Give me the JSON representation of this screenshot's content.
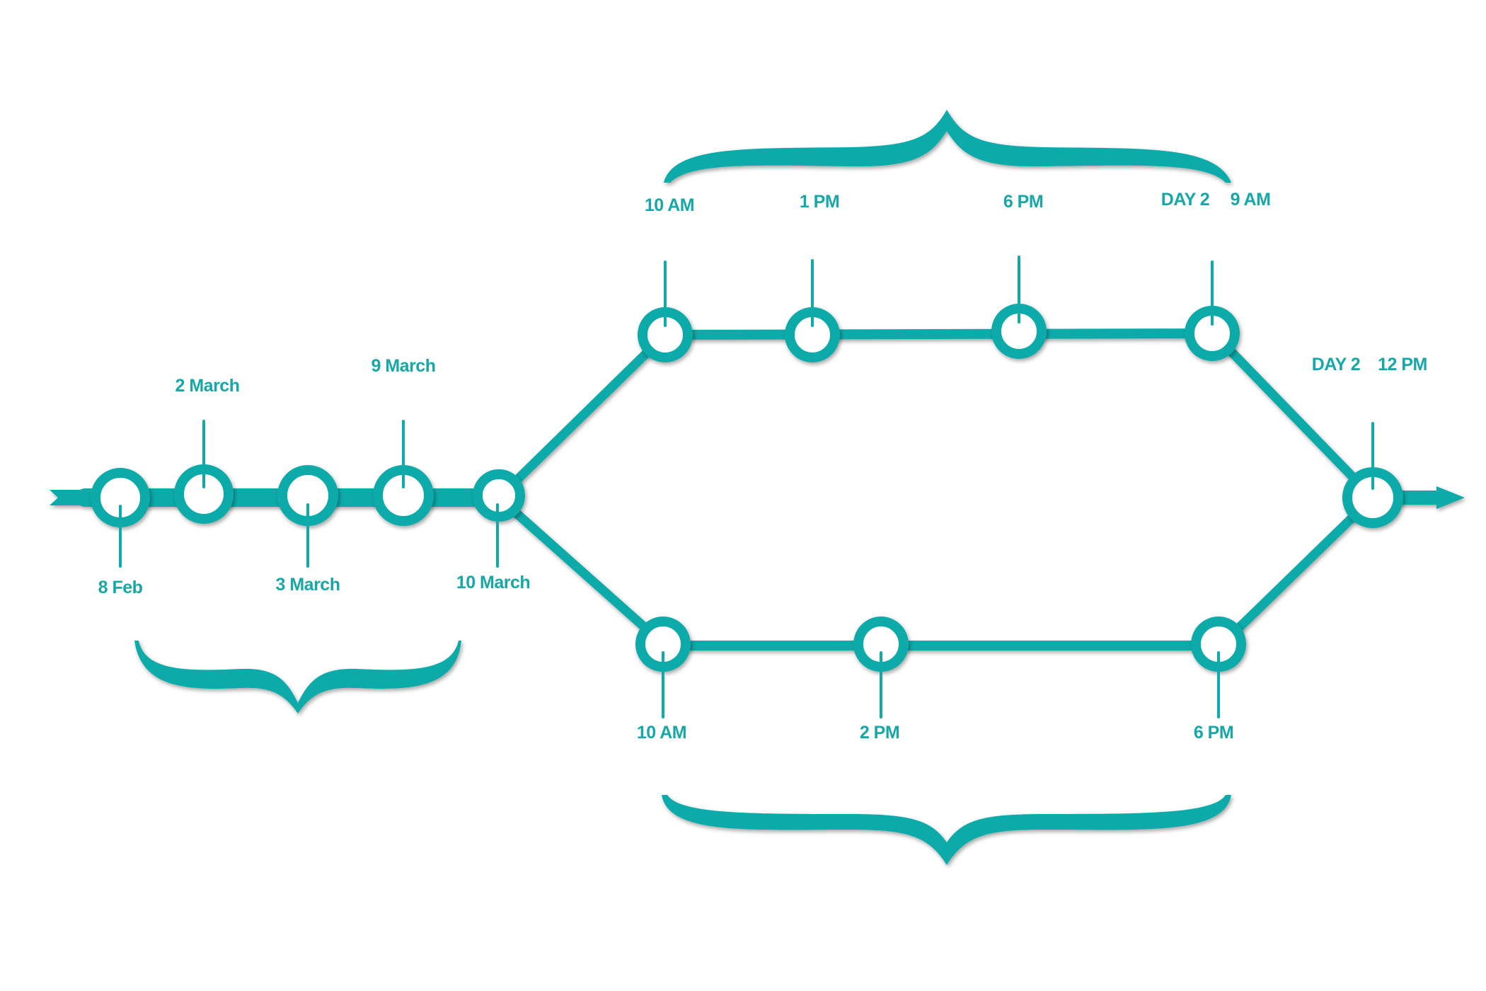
{
  "colors": {
    "accent": "#11aaaa",
    "label": "#17a7a7",
    "background": "#ffffff"
  },
  "main_line": {
    "milestones": [
      "8 Feb",
      "2 March",
      "3 March",
      "9 March",
      "10 March"
    ],
    "end_day": "DAY 2",
    "end_time": "12 PM"
  },
  "upper_branch": {
    "milestones": [
      "10 AM",
      "1 PM",
      "6 PM"
    ],
    "last_day": "DAY 2",
    "last_time": "9 AM"
  },
  "lower_branch": {
    "milestones": [
      "10 AM",
      "2 PM",
      "6 PM"
    ]
  }
}
